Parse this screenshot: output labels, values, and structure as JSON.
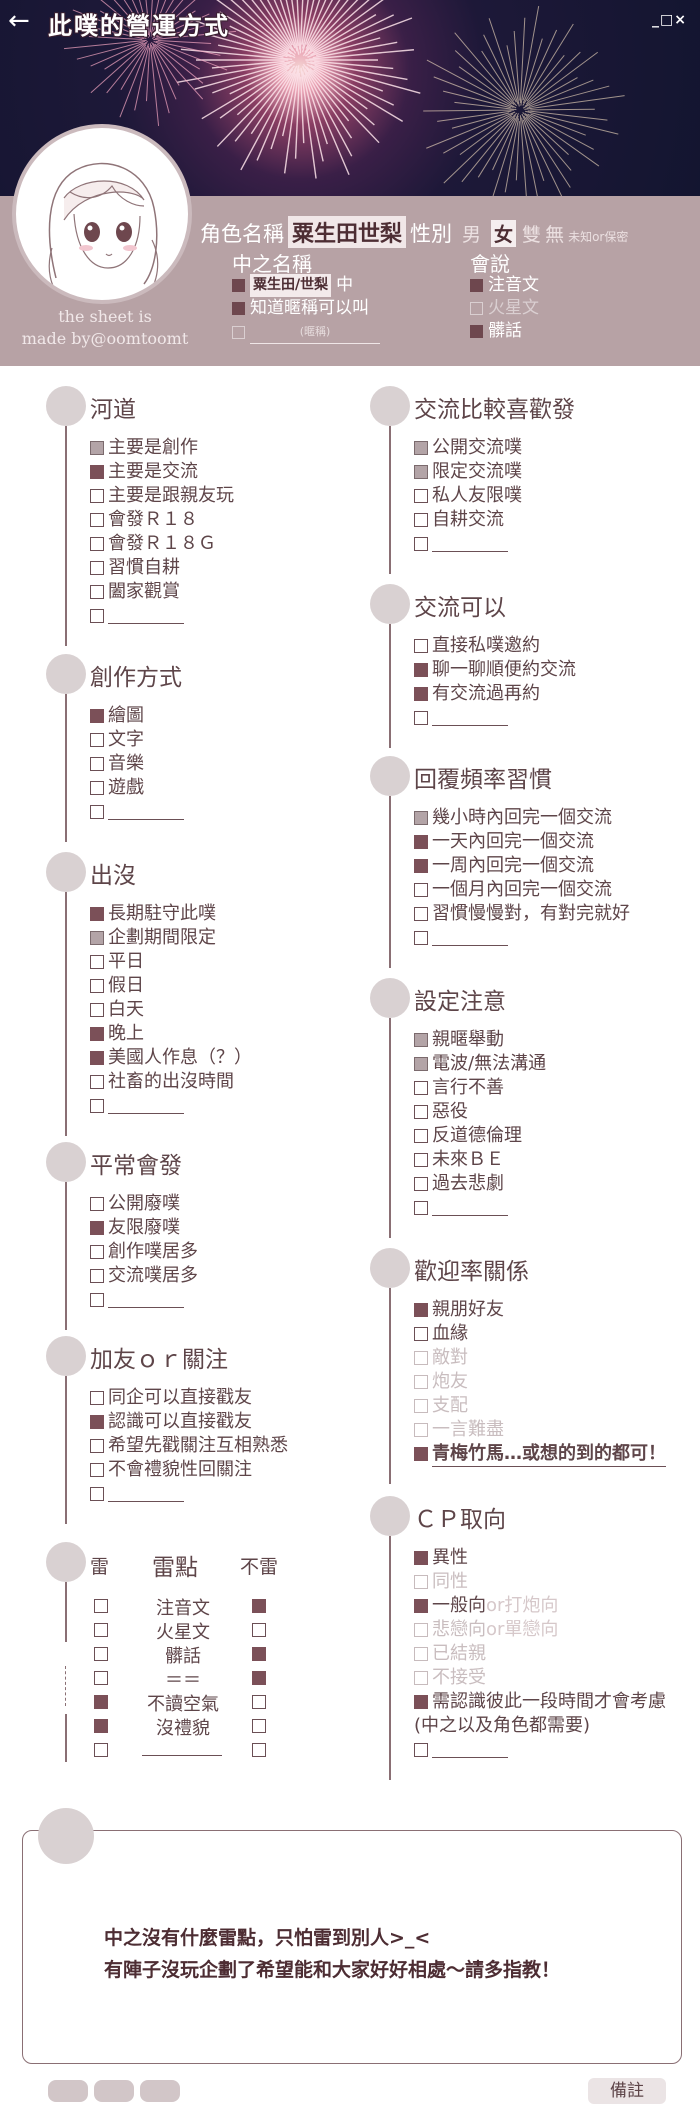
{
  "header": {
    "back_icon": "arrow-left-icon",
    "title": "此噗的營運方式",
    "window_controls": "_□×"
  },
  "profile": {
    "role_label": "角色名稱",
    "role_name": "粟生田世梨",
    "gender_label": "性別",
    "gender_options": [
      "男",
      "女",
      "雙",
      "無"
    ],
    "gender_selected": "女",
    "gender_note": "未知or保密",
    "made_by": [
      "the sheet is",
      "made by@oomtoomt"
    ],
    "nakanohito_title": "中之名稱",
    "nakanohito_items": [
      {
        "label": "粟生田/世梨",
        "suffix": "中",
        "checked": true
      },
      {
        "label": "知道暱稱可以叫",
        "checked": true
      },
      {
        "label": "(暱稱)",
        "checked": false
      }
    ],
    "language_title": "會說",
    "language_items": [
      {
        "label": "注音文",
        "checked": true
      },
      {
        "label": "火星文",
        "checked": false
      },
      {
        "label": "髒話",
        "checked": true
      }
    ]
  },
  "sections_left": [
    {
      "title": "河道",
      "items": [
        {
          "label": "主要是創作",
          "state": "half"
        },
        {
          "label": "主要是交流",
          "state": "full"
        },
        {
          "label": "主要是跟親友玩",
          "state": "empty"
        },
        {
          "label": "會發Ｒ１８",
          "state": "empty"
        },
        {
          "label": "會發Ｒ１８Ｇ",
          "state": "empty"
        },
        {
          "label": "習慣自耕",
          "state": "empty"
        },
        {
          "label": "闔家觀賞",
          "state": "empty"
        },
        {
          "label": "",
          "state": "empty",
          "blank": true
        }
      ]
    },
    {
      "title": "創作方式",
      "items": [
        {
          "label": "繪圖",
          "state": "full"
        },
        {
          "label": "文字",
          "state": "empty"
        },
        {
          "label": "音樂",
          "state": "empty"
        },
        {
          "label": "遊戲",
          "state": "empty"
        },
        {
          "label": "",
          "state": "empty",
          "blank": true
        }
      ]
    },
    {
      "title": "出沒",
      "items": [
        {
          "label": "長期駐守此噗",
          "state": "full"
        },
        {
          "label": "企劃期間限定",
          "state": "half"
        },
        {
          "label": "平日",
          "state": "empty"
        },
        {
          "label": "假日",
          "state": "empty"
        },
        {
          "label": "白天",
          "state": "empty"
        },
        {
          "label": "晚上",
          "state": "full"
        },
        {
          "label": "美國人作息（？）",
          "state": "full"
        },
        {
          "label": "社畜的出沒時間",
          "state": "empty"
        },
        {
          "label": "",
          "state": "empty",
          "blank": true
        }
      ]
    },
    {
      "title": "平常會發",
      "items": [
        {
          "label": "公開廢噗",
          "state": "empty"
        },
        {
          "label": "友限廢噗",
          "state": "full"
        },
        {
          "label": "創作噗居多",
          "state": "empty"
        },
        {
          "label": "交流噗居多",
          "state": "empty"
        },
        {
          "label": "",
          "state": "empty",
          "blank": true
        }
      ]
    },
    {
      "title": "加友ｏｒ關注",
      "items": [
        {
          "label": "同企可以直接戳友",
          "state": "empty"
        },
        {
          "label": "認識可以直接戳友",
          "state": "full"
        },
        {
          "label": "希望先戳關注互相熟悉",
          "state": "empty"
        },
        {
          "label": "不會禮貌性回關注",
          "state": "empty"
        },
        {
          "label": "",
          "state": "empty",
          "blank": true
        }
      ]
    }
  ],
  "lei": {
    "col_left": "雷",
    "col_mid": "雷點",
    "col_right": "不雷",
    "rows": [
      {
        "label": "注音文",
        "left": "empty",
        "right": "full"
      },
      {
        "label": "火星文",
        "left": "empty",
        "right": "empty"
      },
      {
        "label": "髒話",
        "left": "empty",
        "right": "full"
      },
      {
        "label": "＝＝",
        "left": "empty",
        "right": "full"
      },
      {
        "label": "不讀空氣",
        "left": "full",
        "right": "empty"
      },
      {
        "label": "沒禮貌",
        "left": "full",
        "right": "empty"
      },
      {
        "label": "",
        "left": "empty",
        "right": "empty",
        "blank": true
      }
    ]
  },
  "sections_right": [
    {
      "title": "交流比較喜歡發",
      "items": [
        {
          "label": "公開交流噗",
          "state": "half"
        },
        {
          "label": "限定交流噗",
          "state": "half"
        },
        {
          "label": "私人友限噗",
          "state": "empty"
        },
        {
          "label": "自耕交流",
          "state": "empty"
        },
        {
          "label": "",
          "state": "empty",
          "blank": true
        }
      ]
    },
    {
      "title": "交流可以",
      "items": [
        {
          "label": "直接私噗邀約",
          "state": "empty"
        },
        {
          "label": "聊一聊順便約交流",
          "state": "full"
        },
        {
          "label": "有交流過再約",
          "state": "full"
        },
        {
          "label": "",
          "state": "empty",
          "blank": true
        }
      ]
    },
    {
      "title": "回覆頻率習慣",
      "items": [
        {
          "label": "幾小時內回完一個交流",
          "state": "half"
        },
        {
          "label": "一天內回完一個交流",
          "state": "full"
        },
        {
          "label": "一周內回完一個交流",
          "state": "full"
        },
        {
          "label": "一個月內回完一個交流",
          "state": "empty"
        },
        {
          "label": "習慣慢慢對，有對完就好",
          "state": "empty"
        },
        {
          "label": "",
          "state": "empty",
          "blank": true
        }
      ]
    },
    {
      "title": "設定注意",
      "items": [
        {
          "label": "親暱舉動",
          "state": "half"
        },
        {
          "label": "電波/無法溝通",
          "state": "half"
        },
        {
          "label": "言行不善",
          "state": "empty"
        },
        {
          "label": "惡役",
          "state": "empty"
        },
        {
          "label": "反道德倫理",
          "state": "empty"
        },
        {
          "label": "未來ＢＥ",
          "state": "empty"
        },
        {
          "label": "過去悲劇",
          "state": "empty"
        },
        {
          "label": "",
          "state": "empty",
          "blank": true
        }
      ]
    },
    {
      "title": "歡迎率關係",
      "items": [
        {
          "label": "親朋好友",
          "state": "full"
        },
        {
          "label": "血緣",
          "state": "empty"
        },
        {
          "label": "敵對",
          "state": "grey"
        },
        {
          "label": "炮友",
          "state": "grey"
        },
        {
          "label": "支配",
          "state": "grey"
        },
        {
          "label": "一言難盡",
          "state": "grey"
        },
        {
          "label": "青梅竹馬…或想的到的都可！",
          "state": "full",
          "bold": true
        }
      ]
    },
    {
      "title": "ＣＰ取向",
      "items": [
        {
          "label": "異性",
          "state": "full"
        },
        {
          "label": "同性",
          "state": "grey"
        },
        {
          "label": "一般向",
          "accent": "or打炮向",
          "state": "full"
        },
        {
          "label": "悲戀向",
          "accent": "or單戀向",
          "state": "grey"
        },
        {
          "label": "已結親",
          "state": "grey"
        },
        {
          "label": "不接受",
          "state": "grey"
        },
        {
          "label": "需認識彼此一段時間才會考慮",
          "state": "full"
        },
        {
          "label": "(中之以及角色都需要)",
          "state": "none"
        },
        {
          "label": "",
          "state": "empty",
          "blank": true
        }
      ]
    }
  ],
  "note": {
    "text": "中之沒有什麼雷點，只怕雷到別人>_<\n有陣子沒玩企劃了希望能和大家好好相處～請多指教！",
    "remark_button": "備註"
  },
  "colors": {
    "accent": "#b7a2a5",
    "text": "#5e4549",
    "filled_box": "#7b5058"
  }
}
